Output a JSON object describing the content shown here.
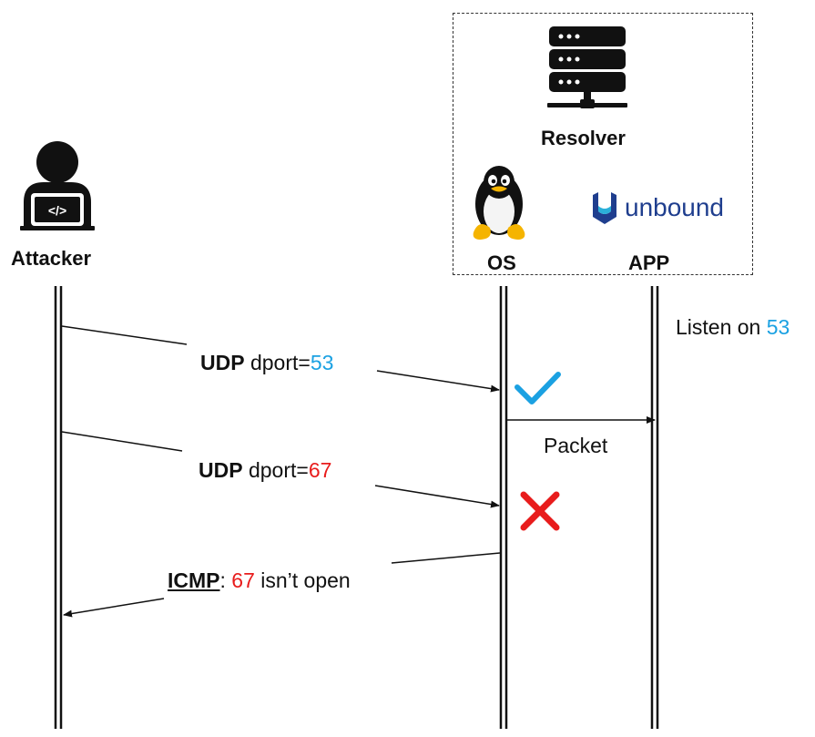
{
  "actors": {
    "attacker": {
      "label": "Attacker",
      "icon": "hacker-laptop-icon"
    },
    "resolver": {
      "label": "Resolver",
      "icon": "server-rack-icon"
    },
    "os": {
      "label": "OS",
      "icon": "linux-tux-icon"
    },
    "app": {
      "label": "APP",
      "icon": "unbound-logo-icon",
      "brand": "unbound"
    }
  },
  "app_note": {
    "prefix": "Listen on ",
    "port": "53"
  },
  "messages": [
    {
      "proto": "UDP",
      "text": " dport=",
      "port": "53",
      "result": "accepted",
      "result_icon": "checkmark-icon"
    },
    {
      "forward": "Packet"
    },
    {
      "proto": "UDP",
      "text": " dport=",
      "port": "67",
      "result": "rejected",
      "result_icon": "cross-icon"
    },
    {
      "proto": "ICMP",
      "sep": ": ",
      "port": "67",
      "text": " isn’t open"
    }
  ],
  "colors": {
    "open_port": "#1ba1e2",
    "closed_port": "#e81c1c",
    "check": "#1ba1e2",
    "cross": "#e81c1c",
    "line": "#111111"
  }
}
